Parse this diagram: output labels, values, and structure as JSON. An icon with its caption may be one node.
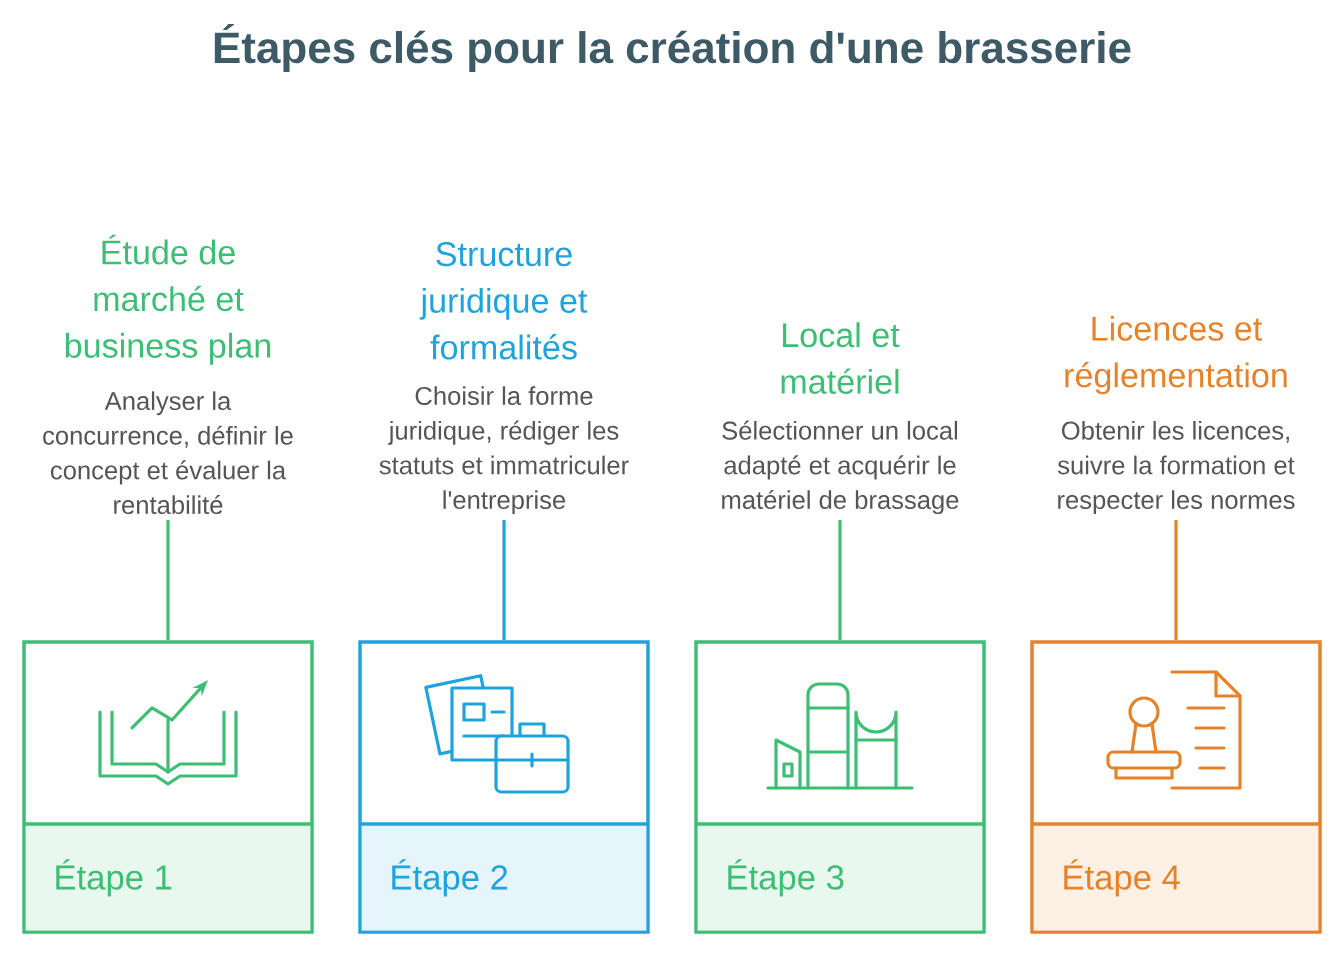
{
  "diagram": {
    "title": "Étapes clés pour la création d'une brasserie",
    "nodes": [
      {
        "text": [
          "Étude de marché et business plan",
          "Analyser la concurrence, définir le concept et évaluer la rentabilité"
        ]
      },
      {
        "text": [
          "Étape 1"
        ]
      },
      {
        "text": [
          "Structure juridique et formalités",
          "Choisir la forme juridique, rédiger les statuts et immatriculer l'entreprise"
        ]
      },
      {
        "text": [
          "Étape 2"
        ]
      },
      {
        "text": [
          "Local et matériel",
          "Sélectionner un local adapté et acquérir le matériel de brassage"
        ]
      },
      {
        "text": [
          "Étape 3"
        ]
      },
      {
        "text": [
          "Licences et réglementation",
          "Obtenir les licences, suivre la formation et respecter les normes"
        ]
      },
      {
        "text": [
          "Étape 4"
        ]
      }
    ],
    "edges": [
      {
        "from": 0,
        "to": 1,
        "arrow": "none",
        "color": "#3dbe74"
      },
      {
        "from": 2,
        "to": 3,
        "arrow": "none",
        "color": "#1fa3dc"
      },
      {
        "from": 4,
        "to": 5,
        "arrow": "none",
        "color": "#3dbe74"
      },
      {
        "from": 6,
        "to": 7,
        "arrow": "none",
        "color": "#e5822a"
      }
    ]
  }
}
